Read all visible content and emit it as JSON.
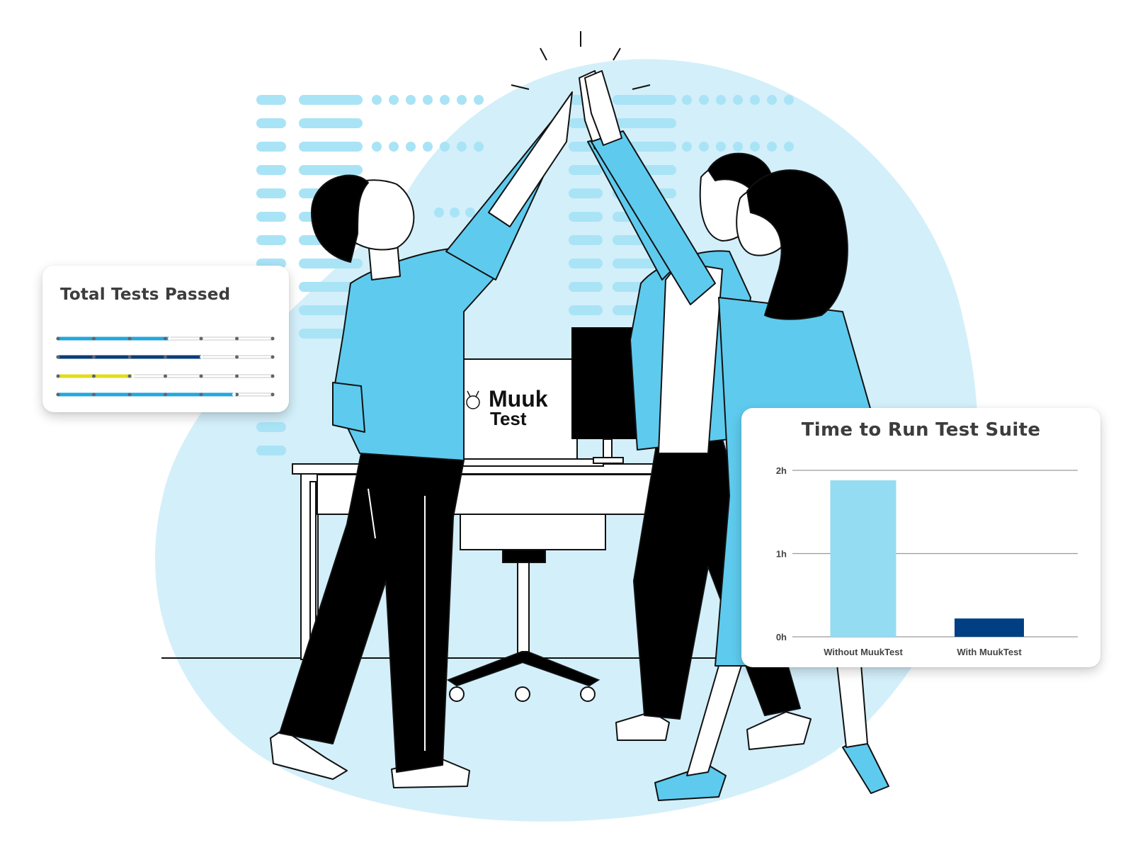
{
  "brand": {
    "name_line1": "Muuk",
    "name_line2": "Test",
    "colors": {
      "light_blue": "#5ecbee",
      "pale_blue": "#d3effa",
      "stripe_blue": "#a9e3f6",
      "navy": "#0b3c7a",
      "yellow": "#e2dc1e",
      "dark": "#111111"
    }
  },
  "tests_card": {
    "title": "Total Tests Passed",
    "progress": [
      {
        "fill": 0.52,
        "color": "#22a7dd"
      },
      {
        "fill": 0.67,
        "color": "#0b3c7a"
      },
      {
        "fill": 0.35,
        "color": "#e2dc1e"
      },
      {
        "fill": 0.82,
        "color": "#22a7dd"
      }
    ],
    "track_color": "#d6d6d6"
  },
  "time_card": {
    "title": "Time to Run Test Suite",
    "chart_data": {
      "type": "bar",
      "categories": [
        "Without MuukTest",
        "With MuukTest"
      ],
      "values": [
        1.88,
        0.22
      ],
      "colors": [
        "#94dcf2",
        "#003f84"
      ],
      "yticks": [
        "0h",
        "1h",
        "2h"
      ],
      "ylim": [
        0,
        2
      ],
      "grid": true
    }
  }
}
